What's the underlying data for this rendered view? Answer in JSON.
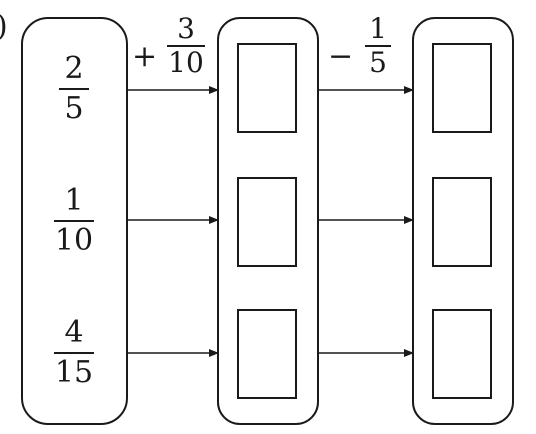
{
  "label_glyph": ")",
  "inputs": [
    {
      "num": "2",
      "den": "5"
    },
    {
      "num": "1",
      "den": "10"
    },
    {
      "num": "4",
      "den": "15"
    }
  ],
  "operations": [
    {
      "sign": "+",
      "num": "3",
      "den": "10"
    },
    {
      "sign": "−",
      "num": "1",
      "den": "5"
    }
  ],
  "answer_boxes": {
    "column_1": [
      "",
      "",
      ""
    ],
    "column_2": [
      "",
      "",
      ""
    ]
  }
}
